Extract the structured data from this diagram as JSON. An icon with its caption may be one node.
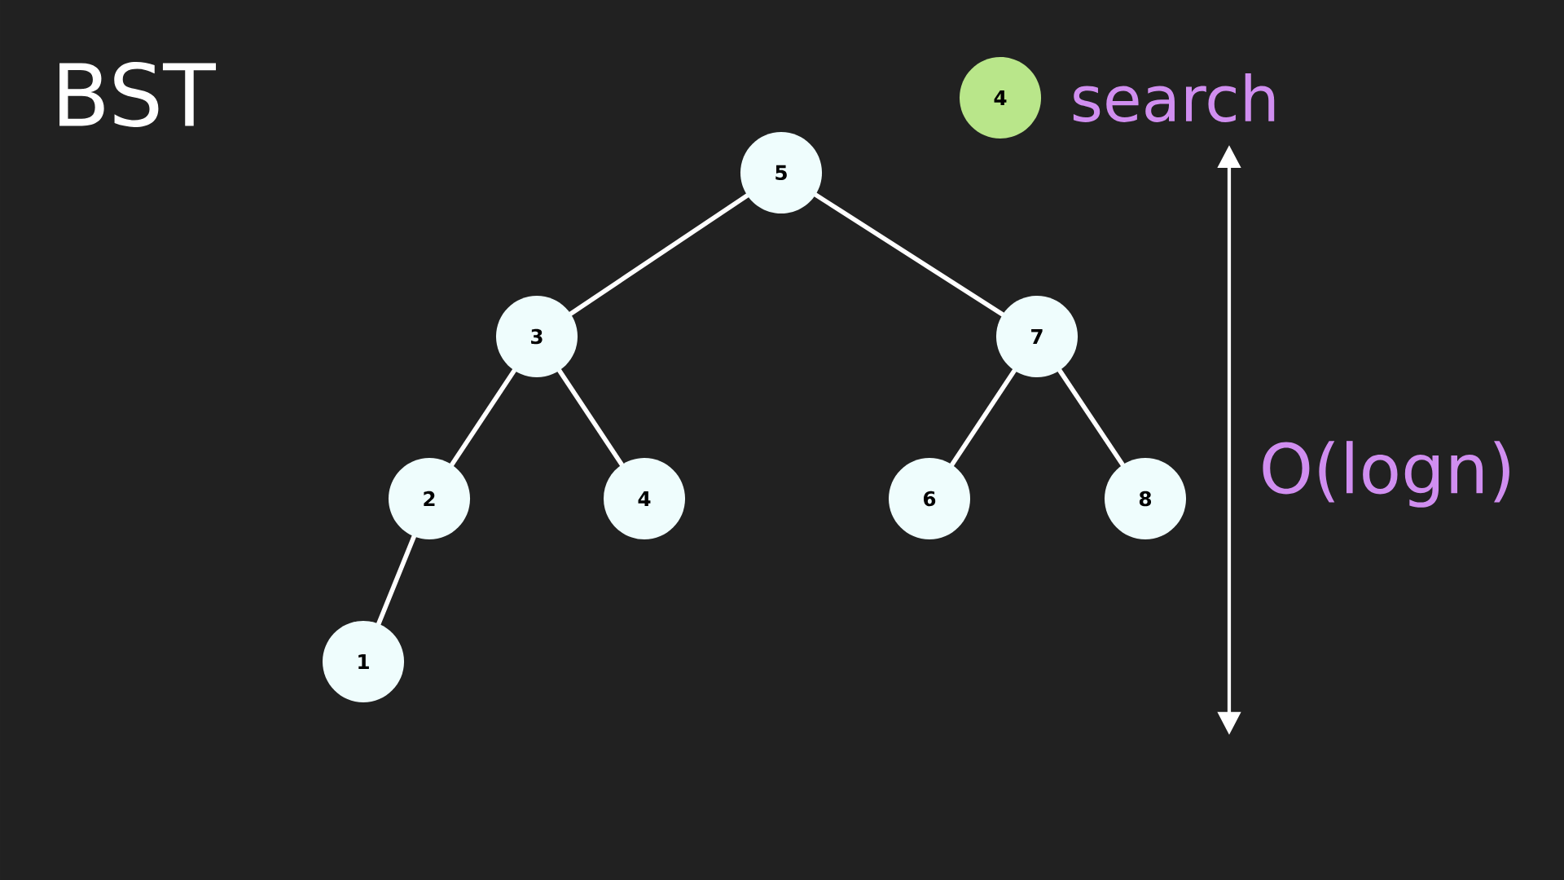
{
  "diagram": {
    "title": "BST",
    "nodes": [
      {
        "text": [
          "5"
        ]
      },
      {
        "text": [
          "3"
        ]
      },
      {
        "text": [
          "7"
        ]
      },
      {
        "text": [
          "2"
        ]
      },
      {
        "text": [
          "4"
        ]
      },
      {
        "text": [
          "6"
        ]
      },
      {
        "text": [
          "8"
        ]
      },
      {
        "text": [
          "1"
        ]
      },
      {
        "text": [
          "4"
        ],
        "beside": [
          "search"
        ]
      }
    ],
    "edges": [
      {
        "from": 0,
        "to": 1,
        "arrow": "none"
      },
      {
        "from": 0,
        "to": 2,
        "arrow": "none"
      },
      {
        "from": 1,
        "to": 3,
        "arrow": "none"
      },
      {
        "from": 1,
        "to": 4,
        "arrow": "none"
      },
      {
        "from": 2,
        "to": 5,
        "arrow": "none"
      },
      {
        "from": 2,
        "to": 6,
        "arrow": "none"
      },
      {
        "from": 3,
        "to": 7,
        "arrow": "none"
      }
    ],
    "labels": [
      "O(logn)"
    ]
  }
}
